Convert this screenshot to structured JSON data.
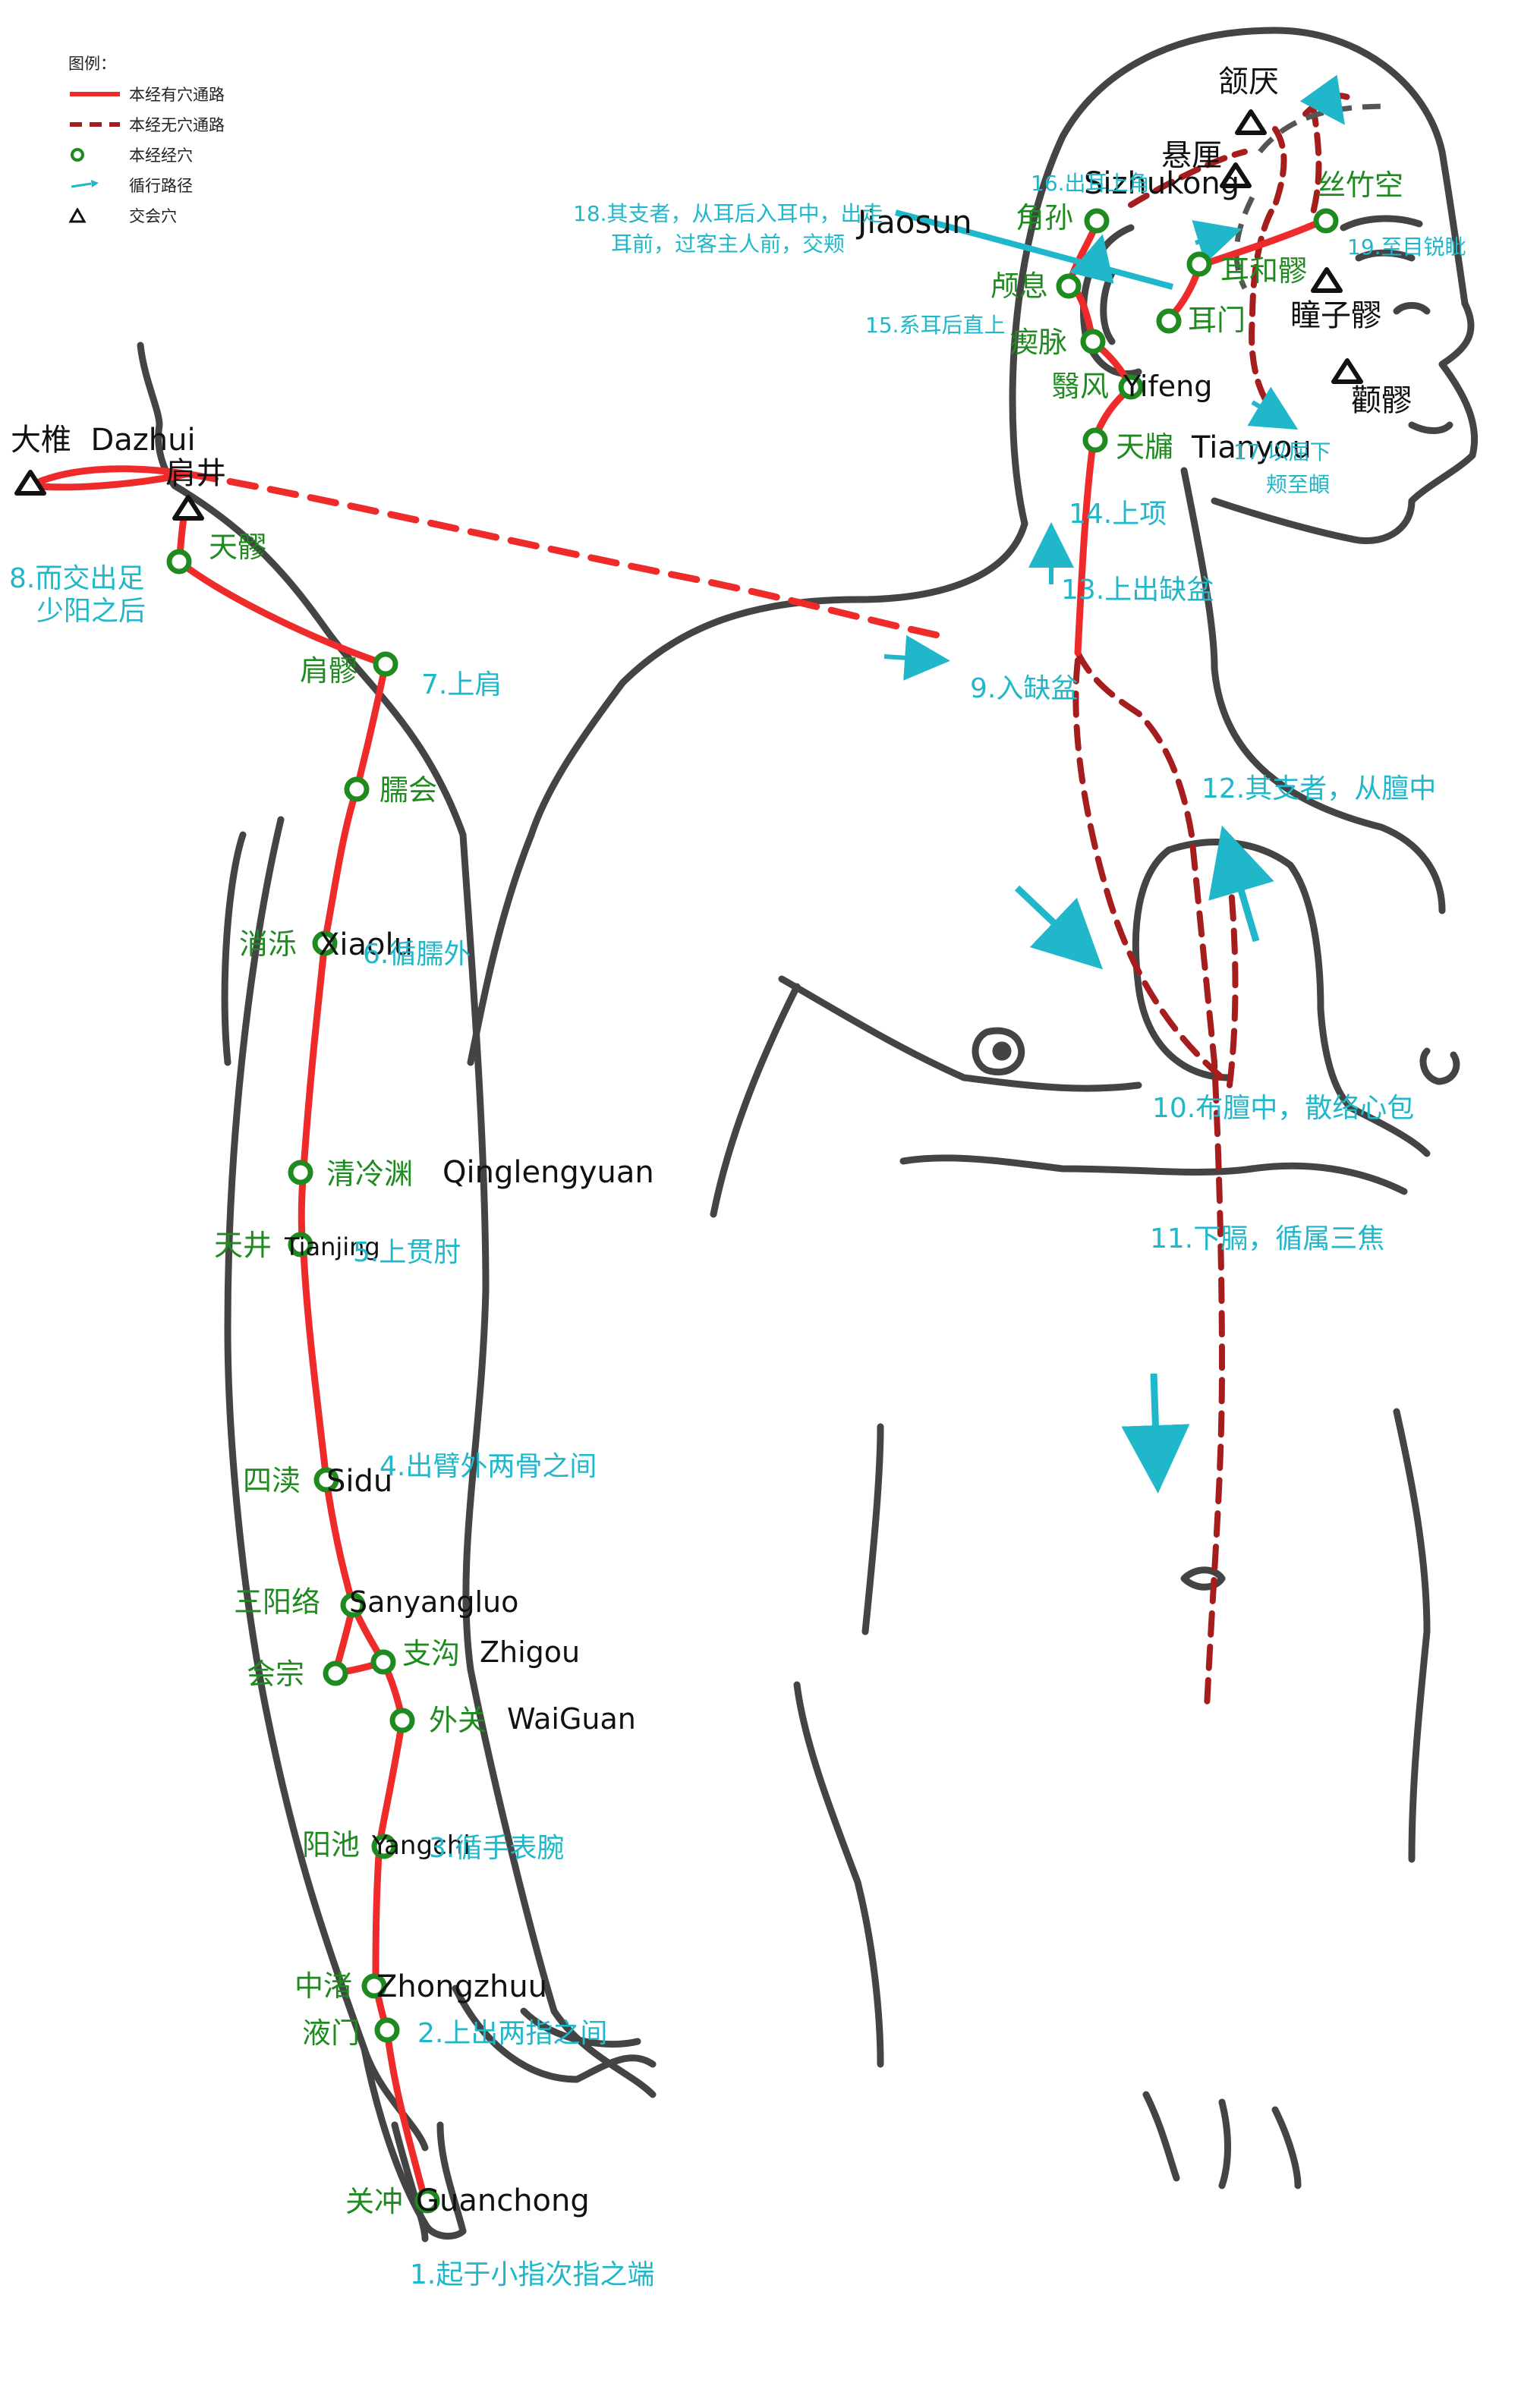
{
  "legend": {
    "title": "图例：",
    "items": [
      {
        "label": "本经有穴通路",
        "symbol": "solid-red-line"
      },
      {
        "label": "本经无穴通路",
        "symbol": "dashed-darkred-line"
      },
      {
        "label": "本经经穴",
        "symbol": "green-circle"
      },
      {
        "label": "循行路径",
        "symbol": "cyan-arrow"
      },
      {
        "label": "交会穴",
        "symbol": "black-triangle"
      }
    ]
  },
  "colors": {
    "solid_path": "#ee2a2a",
    "dashed_path": "#a51d1d",
    "acupoint": "#1f8a1f",
    "route_arrow": "#1fb7c9",
    "body_outline": "#444444"
  },
  "points": {
    "guanchong": {
      "cn": "关冲",
      "pinyin": "Guanchong"
    },
    "yemen": {
      "cn": "液门"
    },
    "zhongzhu": {
      "cn": "中渚",
      "pinyin": "Zhongzhuu"
    },
    "yangchi": {
      "cn": "阳池",
      "pinyin": "Yangchi"
    },
    "waiguan": {
      "cn": "外关",
      "pinyin": "WaiGuan"
    },
    "zhigou": {
      "cn": "支沟",
      "pinyin": "Zhigou"
    },
    "huizong": {
      "cn": "会宗"
    },
    "sanyangluo": {
      "cn": "三阳络",
      "pinyin": "Sanyangluo"
    },
    "sidu": {
      "cn": "四渎",
      "pinyin": "Sidu"
    },
    "tianjing": {
      "cn": "天井",
      "pinyin": "Tianjing"
    },
    "qinglengyuan": {
      "cn": "清冷渊",
      "pinyin": "Qinglengyuan"
    },
    "xiaoluo": {
      "cn": "消泺",
      "pinyin": "Xiaolu"
    },
    "naohui": {
      "cn": "臑会"
    },
    "jianliao": {
      "cn": "肩髎"
    },
    "tianliao": {
      "cn": "天髎"
    },
    "tianyou": {
      "cn": "天牖",
      "pinyin": "Tianyou"
    },
    "yifeng": {
      "cn": "翳风",
      "pinyin": "Yifeng"
    },
    "chimai": {
      "cn": "瘈脉"
    },
    "luxi": {
      "cn": "颅息"
    },
    "jiaosun": {
      "cn": "角孙",
      "pinyin": "Jiaosun"
    },
    "ermen": {
      "cn": "耳门"
    },
    "erheliao": {
      "cn": "耳和髎"
    },
    "sizhukong": {
      "cn": "丝竹空",
      "pinyin": "Sizhukong"
    }
  },
  "crossing_points": {
    "dazhui": {
      "cn": "大椎",
      "pinyin": "Dazhui"
    },
    "jianjing": {
      "cn": "肩井"
    },
    "hanyan": {
      "cn": "颔厌"
    },
    "xuanli": {
      "cn": "悬厘"
    },
    "tongziliao": {
      "cn": "瞳子髎"
    },
    "quanliao": {
      "cn": "颧髎"
    }
  },
  "steps": {
    "s1": "1.起于小指次指之端",
    "s2": "2.上出两指之间",
    "s3": "3.循手表腕",
    "s4": "4.出臂外两骨之间",
    "s5": "5.上贯肘",
    "s6": "6.循臑外",
    "s7": "7.上肩",
    "s8a": "8.而交出足",
    "s8b": "少阳之后",
    "s9": "9.入缺盆",
    "s10": "10.布膻中，散络心包",
    "s11": "11.下膈，循属三焦",
    "s12": "12.其支者，从膻中",
    "s13": "13.上出缺盆",
    "s14": "14.上项",
    "s15": "15.系耳后直上",
    "s16": "16.出耳上角",
    "s17a": "17.以屈下",
    "s17b": "颊至頔",
    "s18a": "18.其支者，从耳后入耳中，出走",
    "s18b": "耳前，过客主人前，交颊",
    "s19": "19.至目锐眦"
  }
}
